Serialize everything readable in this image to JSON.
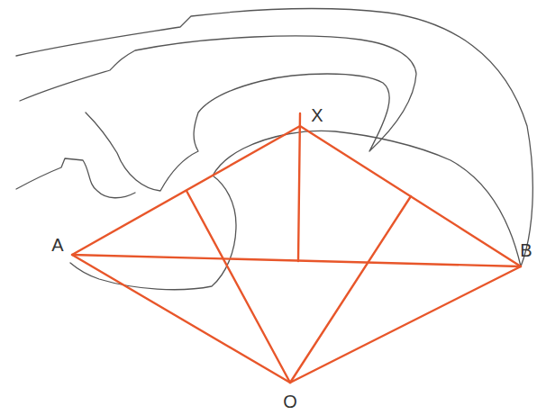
{
  "diagram": {
    "labels": [
      "X",
      "A",
      "B",
      "O"
    ]
  }
}
